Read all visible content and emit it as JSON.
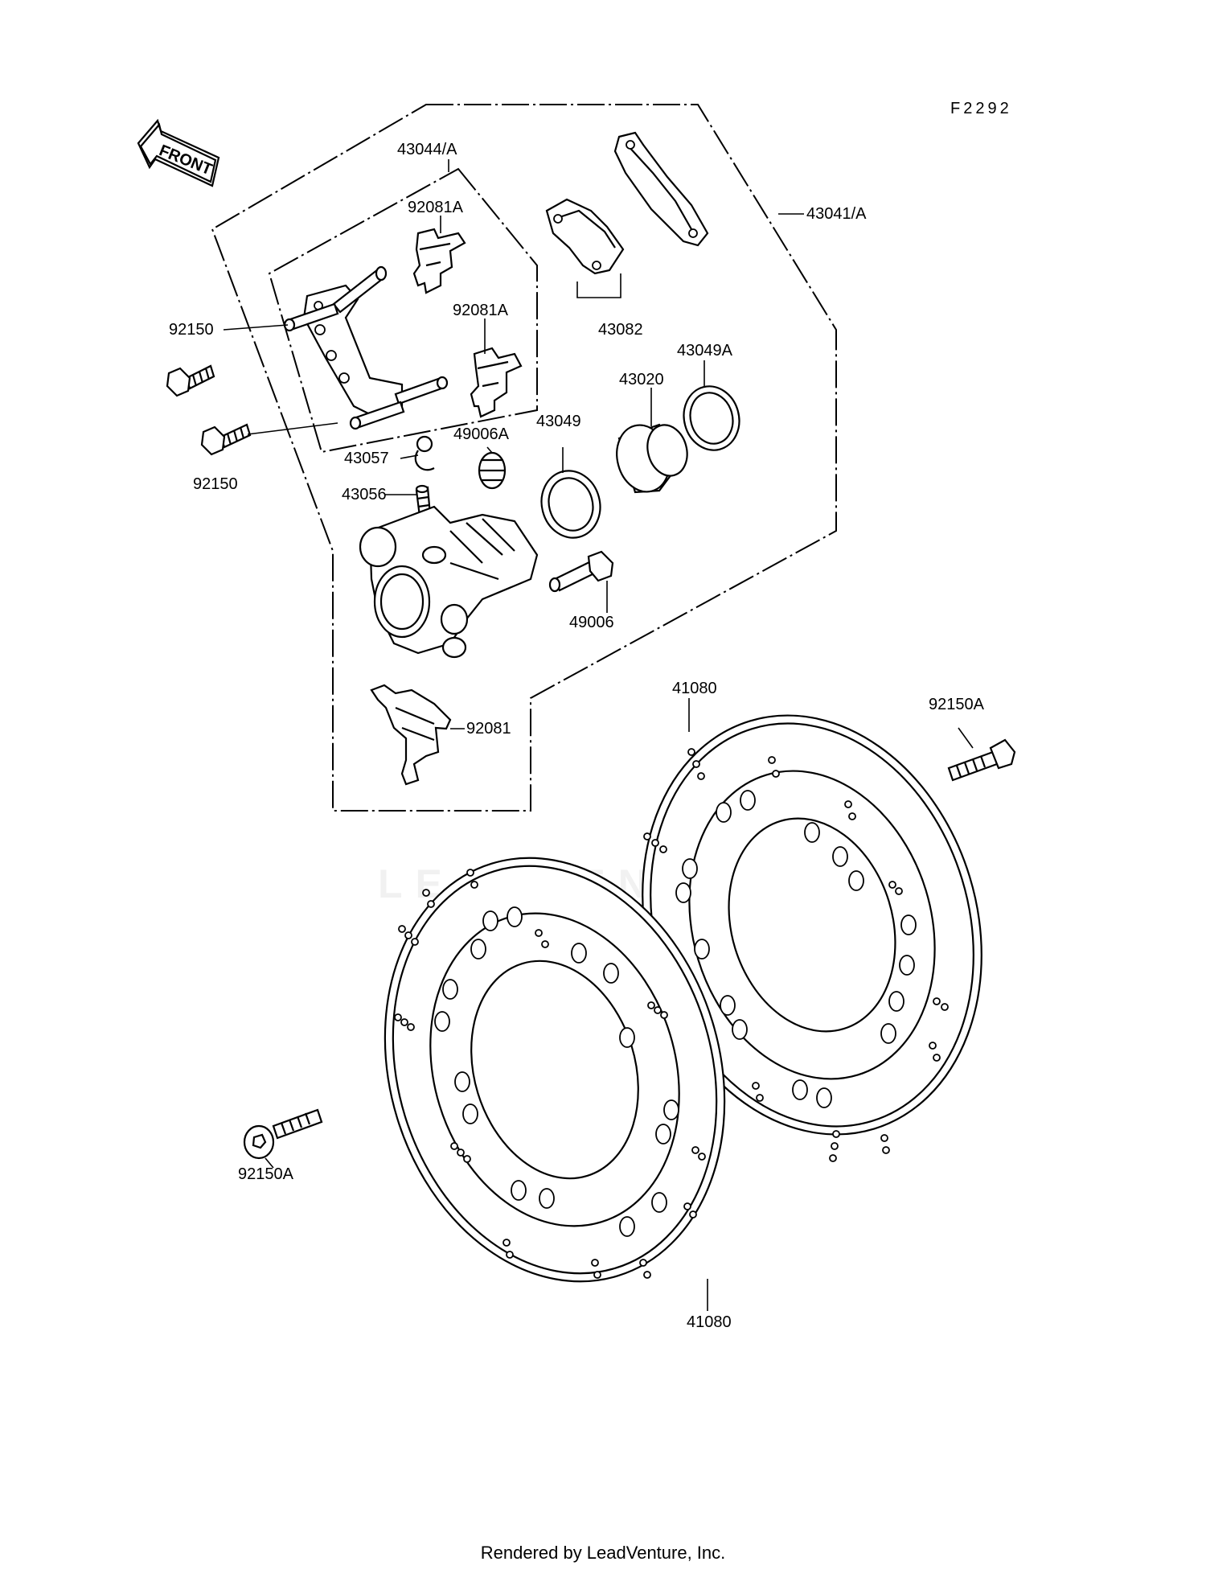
{
  "figure_code": "F2292",
  "front_label": "FRONT",
  "watermark": "LEADVENTURE",
  "footer": "Rendered by LeadVenture, Inc.",
  "callouts": {
    "caliper_assy": "43041/A",
    "caliper_holder": "43044/A",
    "spring_upper_1": "92081A",
    "spring_upper_2": "92081A",
    "pad_assy": "43082",
    "seal_a": "43049A",
    "piston": "43020",
    "seal": "43049",
    "bleed_cap": "43057",
    "boot": "49006A",
    "bleeder": "43056",
    "pin_bolt": "49006",
    "bolt_upper": "92150",
    "bolt_lower": "92150",
    "spring_lower": "92081",
    "disc_rear": "41080",
    "disc_front": "41080",
    "bolt_a_right": "92150A",
    "bolt_a_left": "92150A"
  }
}
